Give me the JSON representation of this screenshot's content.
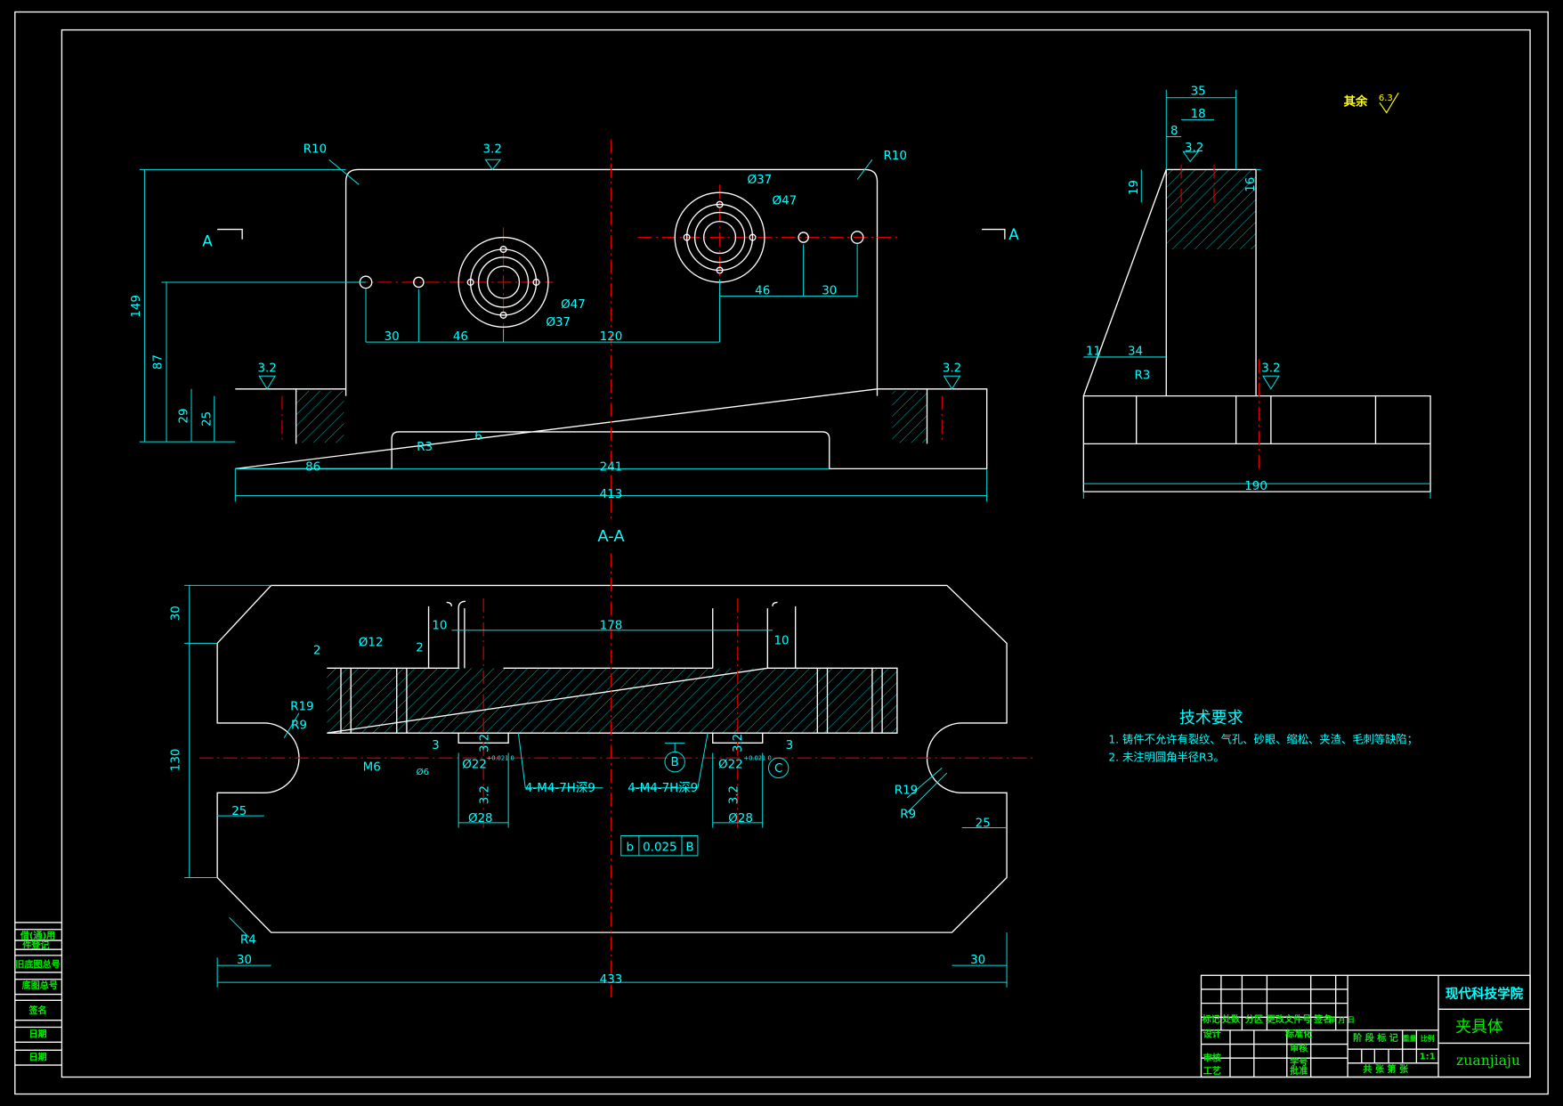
{
  "colors": {
    "outline": "#ffffff",
    "dimension": "#00ffff",
    "centerline": "#ff0000",
    "note": "#ffff00",
    "titleblock_text": "#00ee00"
  },
  "front_view": {
    "labels": {
      "r10_left": "R10",
      "r10_right": "R10",
      "rough_top": "3.2",
      "section_mark_left": "A",
      "section_mark_right": "A",
      "d30_left": "30",
      "d46_left": "46",
      "d120": "120",
      "d46_right": "46",
      "d30_right": "30",
      "dia47_left": "Ø47",
      "dia37_left": "Ø37",
      "dia37_right": "Ø37",
      "dia47_right": "Ø47",
      "r3": "R3",
      "d6": "6",
      "rough_base_left": "3.2",
      "rough_base_right": "3.2",
      "d149": "149",
      "d87": "87",
      "d29": "29",
      "d25": "25",
      "d86": "86",
      "d241": "241",
      "d413": "413"
    }
  },
  "side_view": {
    "labels": {
      "d35": "35",
      "d18": "18",
      "d8": "8",
      "rough": "3.2",
      "d19": "19",
      "d16": "16",
      "d11": "11",
      "d34": "34",
      "r3": "R3",
      "rough_base": "3.2",
      "d190": "190"
    }
  },
  "general_roughness": {
    "label": "其余",
    "value": "6.3"
  },
  "section_view": {
    "title": "A-A",
    "labels": {
      "d30_top": "30",
      "d130": "130",
      "d178": "178",
      "d10_left": "10",
      "d10_right": "10",
      "dia12": "Ø12",
      "d2_a": "2",
      "d2_b": "2",
      "r19_left": "R19",
      "r9_left": "R9",
      "m6": "M6",
      "dia6": "Ø6",
      "d3_left": "3",
      "d3_right": "3",
      "dia22_left": "Ø22",
      "dia22_left_tol": "+0.021 0",
      "dia22_right": "Ø22",
      "dia22_right_tol": "+0.021 0",
      "rough_a": "3.2",
      "rough_b": "3.2",
      "rough_c": "3.2",
      "rough_d": "3.2",
      "thread_left": "4-M4-7H深9",
      "thread_right": "4-M4-7H深9",
      "datum_b": "B",
      "datum_c": "C",
      "dia28_left": "Ø28",
      "dia28_right": "Ø28",
      "r19_right": "R19",
      "r9_right": "R9",
      "d25_left": "25",
      "d25_right": "25",
      "r4": "R4",
      "d30_bl": "30",
      "d30_br": "30",
      "d433": "433"
    },
    "tolerance_frame": {
      "symbol": "b",
      "value": "0.025",
      "datum": "B"
    }
  },
  "tech_requirements": {
    "title": "技术要求",
    "items": [
      "1. 铸件不允许有裂纹、气孔、砂眼、缩松、夹渣、毛刺等缺陷；",
      "2. 未注明圆角半径R3。"
    ]
  },
  "side_block": {
    "items": [
      "借(通)用",
      "件登记",
      "旧底图总号",
      "底图总号",
      "签名",
      "日期",
      "日期"
    ]
  },
  "title_block": {
    "school": "现代科技学院",
    "part_name": "夹具体",
    "drawing_no": "zuanjiaju",
    "revision_headers": [
      "标记",
      "处数",
      "分区",
      "更改文件号",
      "签名",
      "年 月 日"
    ],
    "roles": {
      "design": "设计",
      "standard": "标准化",
      "review": "审核",
      "process": "工艺",
      "approve": "批准",
      "check": "审核",
      "no": "学号"
    },
    "stage_headers": [
      "阶 段 标 记",
      "重量",
      "比例"
    ],
    "scale": "1:1",
    "sheets": "共 张 第 张"
  }
}
